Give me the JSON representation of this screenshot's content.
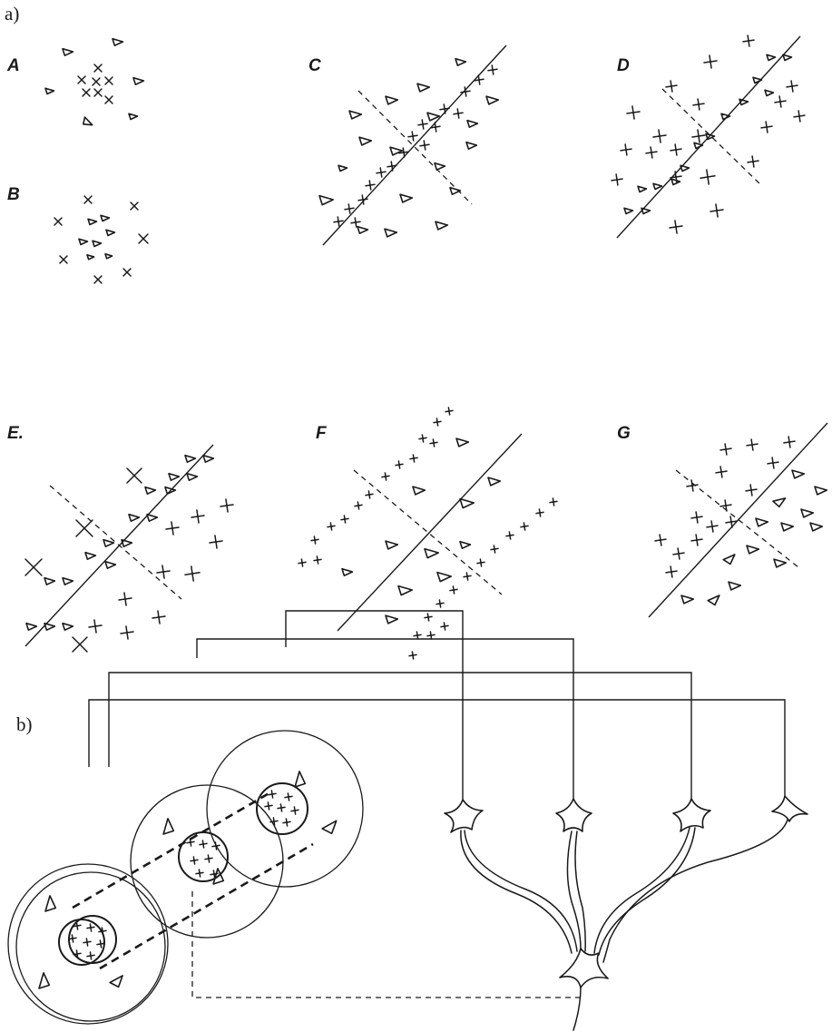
{
  "part_labels": {
    "a": "a)",
    "b": "b)"
  },
  "panels": [
    {
      "id": "A",
      "label": "A"
    },
    {
      "id": "B",
      "label": "B"
    },
    {
      "id": "C",
      "label": "C"
    },
    {
      "id": "D",
      "label": "D"
    },
    {
      "id": "E",
      "label": "E."
    },
    {
      "id": "F",
      "label": "F"
    },
    {
      "id": "G",
      "label": "G"
    }
  ],
  "marker_types": [
    "triangle",
    "cross"
  ],
  "colors": {
    "ink": "#1a1a1a",
    "background": "#ffffff"
  }
}
